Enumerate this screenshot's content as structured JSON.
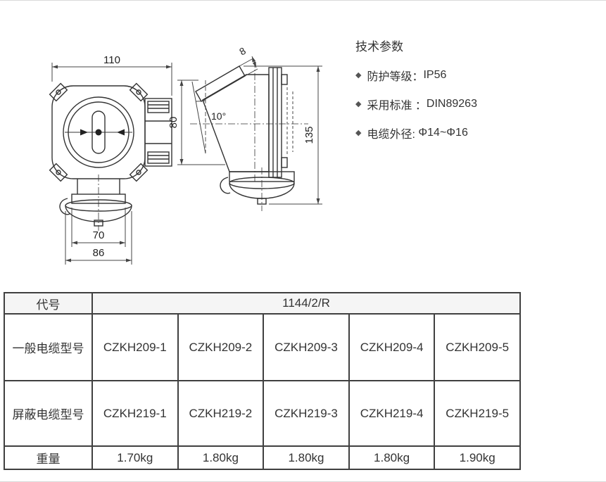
{
  "colors": {
    "table_border": "#404040",
    "text": "#333333",
    "header_row_bg": "#f5f5f5",
    "drawing_line": "#333333"
  },
  "specs": {
    "title": "技术参数",
    "bullet": "◆",
    "items": [
      {
        "label": "防护等级：",
        "value": "IP56"
      },
      {
        "label": "采用标准 ：",
        "value": "DIN89263"
      },
      {
        "label": "电缆外径: ",
        "value": "Φ14~Φ16"
      }
    ]
  },
  "drawing": {
    "dims": {
      "front_width": "110",
      "plate_thickness": "8",
      "flange_height": "80",
      "tilt_angle": "10°",
      "total_height": "135",
      "socket_width": "70",
      "base_width": "86"
    }
  },
  "table": {
    "code_label": "代号",
    "code_value": "1144/2/R",
    "rows": [
      {
        "label": "一般电缆型号",
        "values": [
          "CZKH209-1",
          "CZKH209-2",
          "CZKH209-3",
          "CZKH209-4",
          "CZKH209-5"
        ]
      },
      {
        "label": "屏蔽电缆型号",
        "values": [
          "CZKH219-1",
          "CZKH219-2",
          "CZKH219-3",
          "CZKH219-4",
          "CZKH219-5"
        ]
      },
      {
        "label": "重量",
        "values": [
          "1.70kg",
          "1.80kg",
          "1.80kg",
          "1.80kg",
          "1.90kg"
        ]
      }
    ]
  }
}
